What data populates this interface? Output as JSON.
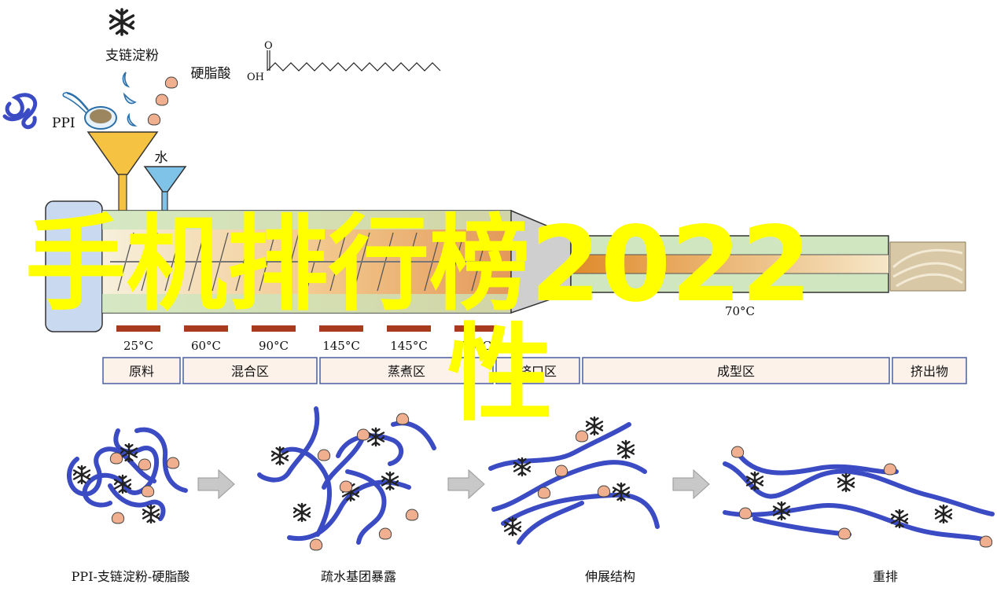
{
  "inputs": {
    "branched_starch": "支链淀粉",
    "stearic_acid": "硬脂酸",
    "ppi": "PPI",
    "water": "水",
    "oh": "OH",
    "o": "O"
  },
  "barrel_temps": [
    "25°C",
    "60°C",
    "90°C",
    "145°C",
    "145°C",
    "70°C"
  ],
  "die_temp": "70°C",
  "zones": [
    "原料",
    "混合区",
    "蒸煮区",
    "挤口区",
    "成型区",
    "挤出物"
  ],
  "stages": [
    "PPI-支链淀粉-硬脂酸",
    "疏水基团暴露",
    "伸展结构",
    "重排"
  ],
  "overlay": {
    "title": "手机排行榜2022",
    "subtitle": "性"
  },
  "colors": {
    "chain": "#3b4bc4",
    "fat_drop": "#f0b090",
    "heater": "#a83a1e",
    "funnel_yellow": "#f5c242",
    "funnel_blue": "#7fc3e8",
    "overlay_text": "#ffff00"
  }
}
